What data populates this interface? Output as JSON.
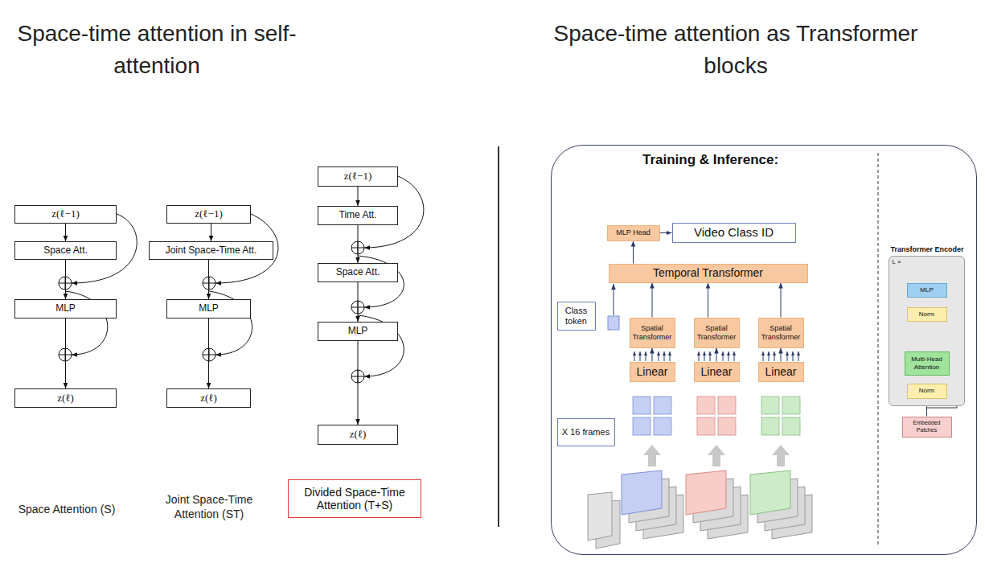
{
  "diagram": {
    "nodes": [
      {
        "text": [
          "z(ℓ−1)"
        ]
      },
      {
        "text": [
          "Space Att."
        ]
      },
      {
        "text": [
          "MLP"
        ]
      },
      {
        "text": [
          "z(ℓ)"
        ]
      },
      {
        "text": [
          "z(ℓ−1)"
        ]
      },
      {
        "text": [
          "Joint Space-Time Att."
        ]
      },
      {
        "text": [
          "MLP"
        ]
      },
      {
        "text": [
          "z(ℓ)"
        ]
      },
      {
        "text": [
          "z(ℓ−1)"
        ]
      },
      {
        "text": [
          "Time Att."
        ]
      },
      {
        "text": [
          "Space Att."
        ]
      },
      {
        "text": [
          "MLP"
        ]
      },
      {
        "text": [
          "z(ℓ)"
        ]
      },
      {
        "text": [
          "Divided Space-Time Attention (T+S)"
        ]
      },
      {
        "text": [
          "Training & Inference:"
        ]
      },
      {
        "text": [
          "MLP Head"
        ],
        "in": 14
      },
      {
        "text": [
          "Video Class ID"
        ],
        "in": 14
      },
      {
        "text": [
          "Temporal Transformer"
        ],
        "in": 14
      },
      {
        "text": [
          "Class token"
        ],
        "in": 14
      },
      {
        "text": [
          "Spatial Transformer"
        ],
        "in": 14
      },
      {
        "text": [
          "Spatial Transformer"
        ],
        "in": 14
      },
      {
        "text": [
          "Spatial Transformer"
        ],
        "in": 14
      },
      {
        "text": [
          "Linear"
        ],
        "in": 14
      },
      {
        "text": [
          "Linear"
        ],
        "in": 14
      },
      {
        "text": [
          "Linear"
        ],
        "in": 14
      },
      {
        "text": [
          "X 16 frames"
        ],
        "in": 14
      },
      {
        "text": [
          "Transformer Encoder",
          "L ×"
        ],
        "in": 14
      },
      {
        "text": [
          "MLP"
        ],
        "in": 26
      },
      {
        "text": [
          "Norm"
        ],
        "in": 26
      },
      {
        "text": [
          "Multi-Head Attention"
        ],
        "in": 26
      },
      {
        "text": [
          "Norm"
        ],
        "in": 26
      },
      {
        "text": [
          "Embedded Patches"
        ],
        "in": 14
      }
    ],
    "edges": [
      {
        "from": 0,
        "to": 1,
        "arrow": "to"
      },
      {
        "from": 1,
        "to": 2,
        "arrow": "to"
      },
      {
        "from": 2,
        "to": 3,
        "arrow": "to"
      },
      {
        "from": 4,
        "to": 5,
        "arrow": "to"
      },
      {
        "from": 5,
        "to": 6,
        "arrow": "to"
      },
      {
        "from": 6,
        "to": 7,
        "arrow": "to"
      },
      {
        "from": 8,
        "to": 9,
        "arrow": "to"
      },
      {
        "from": 9,
        "to": 10,
        "arrow": "to"
      },
      {
        "from": 10,
        "to": 11,
        "arrow": "to"
      },
      {
        "from": 11,
        "to": 12,
        "arrow": "to"
      },
      {
        "from": 15,
        "to": 16,
        "arrow": "to"
      },
      {
        "from": 17,
        "to": 15,
        "arrow": "to"
      },
      {
        "from": 19,
        "to": 17,
        "arrow": "to"
      },
      {
        "from": 20,
        "to": 17,
        "arrow": "to"
      },
      {
        "from": 21,
        "to": 17,
        "arrow": "to"
      },
      {
        "from": 22,
        "to": 19,
        "arrow": "to"
      },
      {
        "from": 23,
        "to": 20,
        "arrow": "to"
      },
      {
        "from": 24,
        "to": 21,
        "arrow": "to"
      },
      {
        "from": 31,
        "to": 30,
        "arrow": "to"
      },
      {
        "from": 30,
        "to": 29,
        "arrow": "to"
      },
      {
        "from": 29,
        "to": 28,
        "arrow": "to"
      },
      {
        "from": 28,
        "to": 27,
        "arrow": "to"
      }
    ],
    "labels": [
      "Space-time attention in self-attention",
      "Space-time attention as Transformer blocks",
      "Space Attention (S)",
      "Joint Space-Time Attention (ST)"
    ]
  }
}
